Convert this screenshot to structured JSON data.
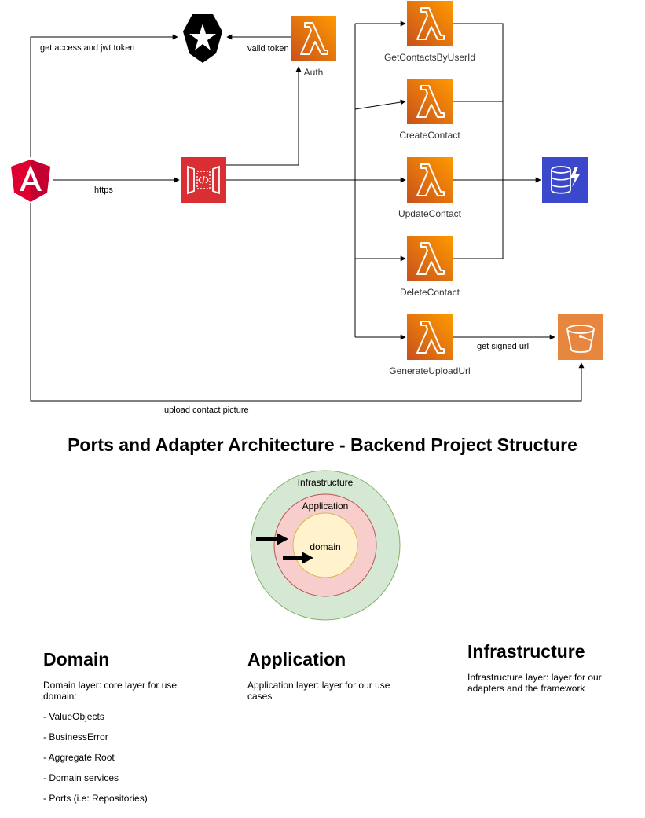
{
  "diagram": {
    "edges": {
      "get_access_label": "get access and jwt token",
      "valid_token_label": "valid token",
      "https_label": "https",
      "get_signed_url_label": "get signed url",
      "upload_label": "upload contact picture"
    },
    "services": {
      "auth": "Auth",
      "get_contacts": "GetContactsByUserId",
      "create_contact": "CreateContact",
      "update_contact": "UpdateContact",
      "delete_contact": "DeleteContact",
      "generate_upload": "GenerateUploadUrl"
    },
    "icons": {
      "client": "angular-icon",
      "identity": "auth0-star-icon",
      "gateway": "api-gateway-icon",
      "function": "lambda-icon",
      "database": "dynamodb-icon",
      "storage": "s3-bucket-icon"
    },
    "colors": {
      "lambda": "#ed7100",
      "angular": "#dd0031",
      "gateway": "#d92f33",
      "dynamodb": "#3b48cc",
      "s3": "#e7873f",
      "infrastructure_ring": "#d5e8d4",
      "application_ring": "#f8cecc",
      "domain_ring": "#fff2cc"
    }
  },
  "architecture": {
    "title": "Ports and Adapter Architecture - Backend Project Structure",
    "rings": {
      "infrastructure": "Infrastructure",
      "application": "Application",
      "domain": "domain"
    }
  },
  "sections": {
    "domain": {
      "heading": "Domain",
      "description": "Domain layer: core layer for use domain:",
      "items": [
        "- ValueObjects",
        "- BusinessError",
        "- Aggregate Root",
        "- Domain services",
        "- Ports (i.e: Repositories)"
      ]
    },
    "application": {
      "heading": "Application",
      "description": "Application layer: layer for our use cases"
    },
    "infrastructure": {
      "heading": "Infrastructure",
      "description": "Infrastructure layer: layer for our adapters and the framework"
    }
  }
}
